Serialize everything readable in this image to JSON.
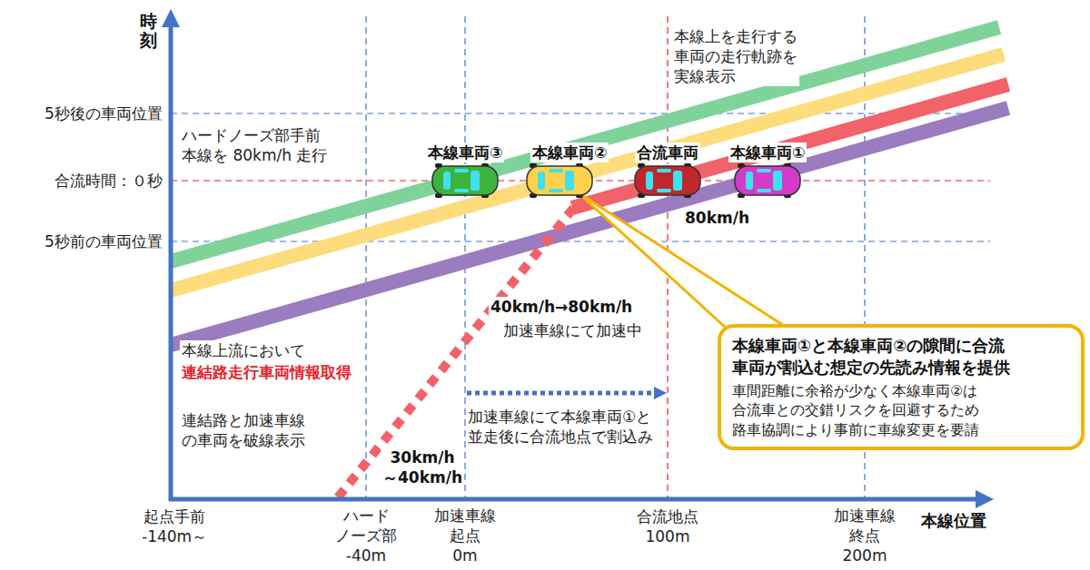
{
  "diagram": {
    "nodes": [
      {
        "text": [
          "本線車両①と本線車両②の隙間に合流 車両が割込む想定の先読み情報を提供",
          "車間距離に余裕が少なく本線車両②は 合流車との交錯リスクを回避するため 路車協調により事前に車線変更を要請"
        ]
      }
    ],
    "labels": [
      "時刻",
      "5秒後の車両位置",
      "合流時間：０秒",
      "5秒前の車両位置",
      "本線位置",
      "起点手前 -140m～",
      "ハード ノーズ部 -40m",
      "加速車線 起点 0m",
      "合流地点 100m",
      "加速車線 終点 200m",
      "本線上を走行する 車両の走行軌跡を 実線表示",
      "ハードノーズ部手前 本線を 80km/h 走行",
      "本線車両③",
      "本線車両②",
      "合流車両",
      "本線車両①",
      "80km/h",
      "40km/h→80km/h",
      "加速車線にて加速中",
      "本線上流において",
      "連結路走行車両情報取得",
      "連結路と加速車線 の車両を破線表示",
      "30km/h ～40km/h",
      "加速車線にて本線車両①と 並走後に合流地点で割込み"
    ]
  }
}
